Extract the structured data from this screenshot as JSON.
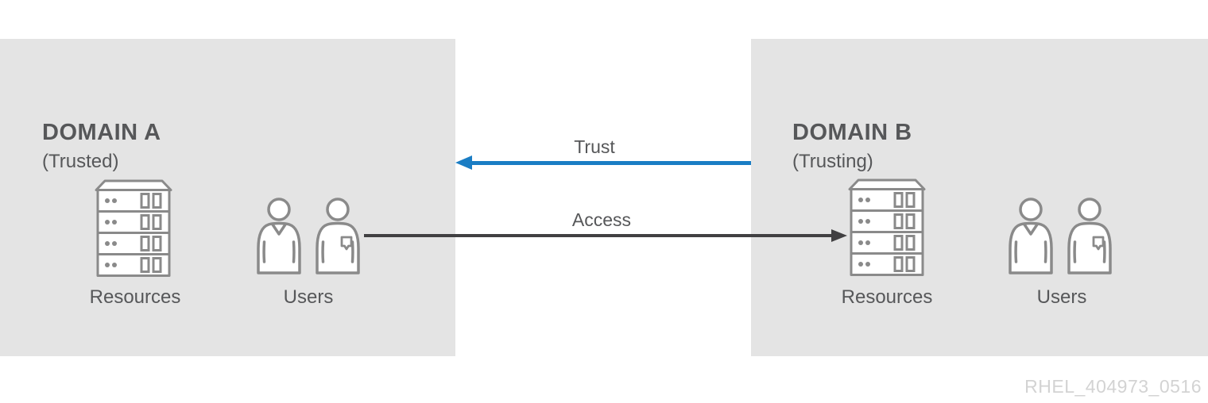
{
  "diagram": {
    "watermark": "RHEL_404973_0516",
    "colors": {
      "panel_bg": "#e4e4e4",
      "trust_arrow_blue": "#1a7dc4",
      "access_arrow_dark": "#414042",
      "icon_stroke_gray": "#8a8a8a",
      "text_gray": "#565759",
      "watermark_gray": "#d3d3d3"
    },
    "domain_a": {
      "title": "DOMAIN A",
      "subtitle": "(Trusted)",
      "resources_label": "Resources",
      "users_label": "Users"
    },
    "domain_b": {
      "title": "DOMAIN B",
      "subtitle": "(Trusting)",
      "resources_label": "Resources",
      "users_label": "Users"
    },
    "arrows": {
      "trust": {
        "label": "Trust",
        "direction": "right-to-left",
        "color": "#1a7dc4"
      },
      "access": {
        "label": "Access",
        "direction": "left-to-right",
        "color": "#414042"
      }
    }
  }
}
